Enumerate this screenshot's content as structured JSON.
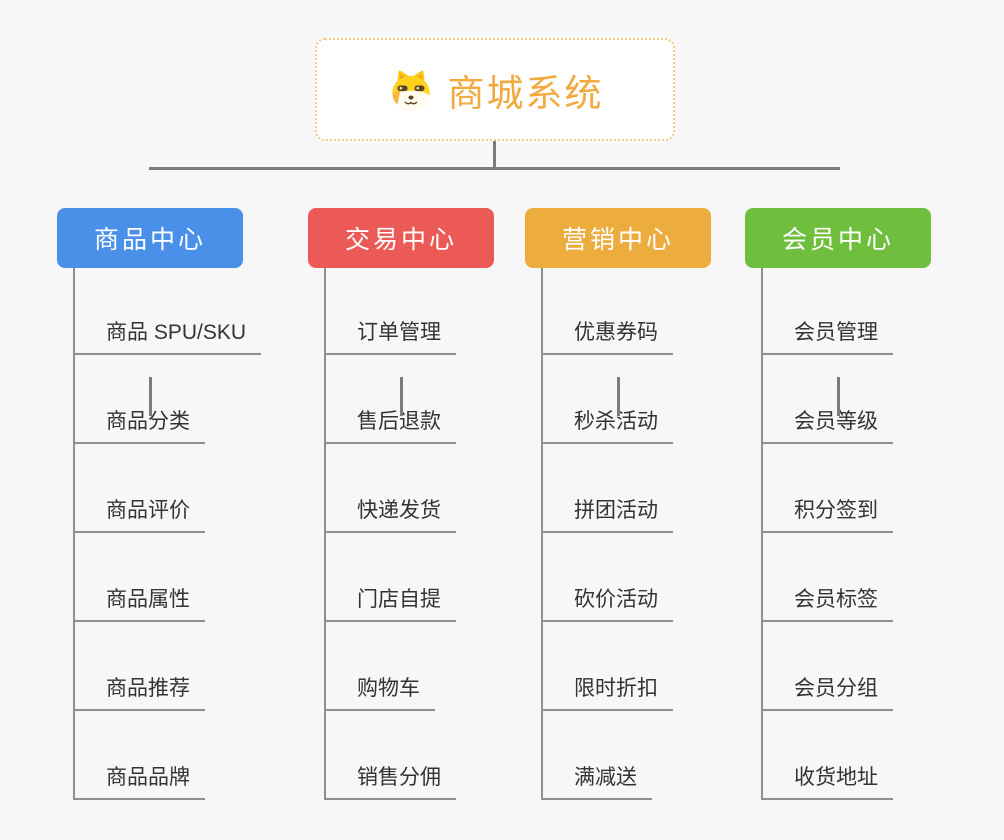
{
  "root": {
    "title": "商城系统",
    "icon": "dog-face-icon"
  },
  "branches": [
    {
      "label": "商品中心",
      "color": "#4A90E8",
      "children": [
        "商品 SPU/SKU",
        "商品分类",
        "商品评价",
        "商品属性",
        "商品推荐",
        "商品品牌"
      ]
    },
    {
      "label": "交易中心",
      "color": "#EB5A56",
      "children": [
        "订单管理",
        "售后退款",
        "快递发货",
        "门店自提",
        "购物车",
        "销售分佣"
      ]
    },
    {
      "label": "营销中心",
      "color": "#EDAD3E",
      "children": [
        "优惠券码",
        "秒杀活动",
        "拼团活动",
        "砍价活动",
        "限时折扣",
        "满减送"
      ]
    },
    {
      "label": "会员中心",
      "color": "#6FBE3E",
      "children": [
        "会员管理",
        "会员等级",
        "积分签到",
        "会员标签",
        "会员分组",
        "收货地址"
      ]
    }
  ],
  "colors": {
    "background": "#F7F7F7",
    "connector_top": "#7C7C7C",
    "connector_child": "#8F8F8F",
    "root_border": "#F4CB80",
    "root_text": "#F2A93F",
    "leaf_text": "#333333"
  }
}
